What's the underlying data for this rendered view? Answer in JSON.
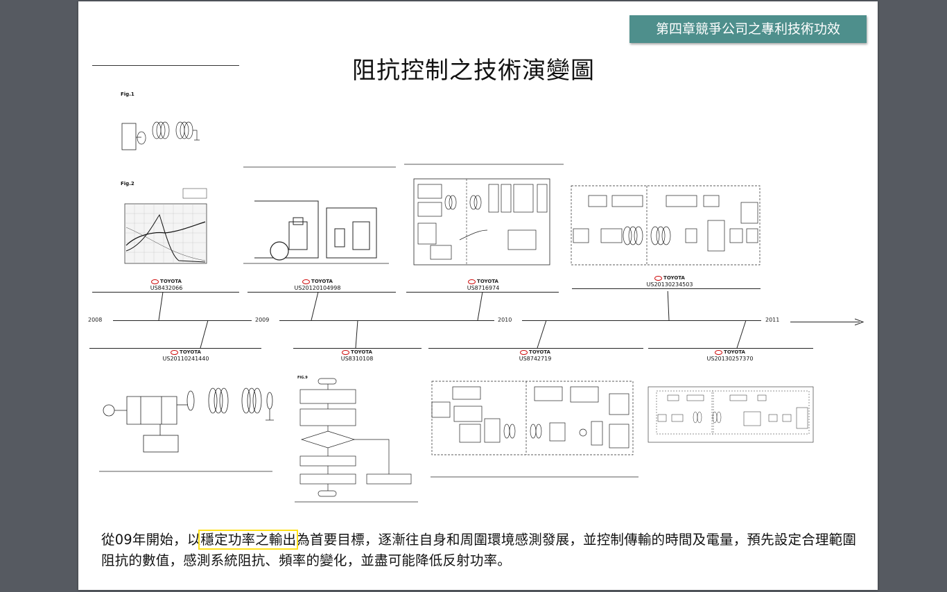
{
  "chapter_tag": "第四章競爭公司之專利技術功效",
  "title": "阻抗控制之技術演變圖",
  "timeline": {
    "years": [
      "2008",
      "2009",
      "2010",
      "2011"
    ]
  },
  "patents_top": [
    {
      "brand": "TOYOTA",
      "number": "US8432066"
    },
    {
      "brand": "TOYOTA",
      "number": "US20120104998"
    },
    {
      "brand": "TOYOTA",
      "number": "US8716974"
    },
    {
      "brand": "TOYOTA",
      "number": "US20130234503"
    }
  ],
  "patents_bottom": [
    {
      "brand": "TOYOTA",
      "number": "US20110241440"
    },
    {
      "brand": "TOYOTA",
      "number": "US8310108"
    },
    {
      "brand": "TOYOTA",
      "number": "US8742719"
    },
    {
      "brand": "TOYOTA",
      "number": "US20130257370"
    }
  ],
  "figures": {
    "fig1_label": "Fig.1",
    "fig2_label": "Fig.2",
    "fig9_label": "FIG.9"
  },
  "caption": {
    "before": "從09年開始，以",
    "highlight": "穩定功率之輸出",
    "after": "為首要目標，逐漸往自身和周圍環境感測發展，並控制傳輸的時間及電量，預先設定合理範圍阻抗的數值，感測系統阻抗、頻率的變化，並盡可能降低反射功率。"
  },
  "colors": {
    "chapter_tag_bg": "#4e8f8c",
    "highlight_outline": "#ffe11a",
    "background": "#565a61"
  }
}
